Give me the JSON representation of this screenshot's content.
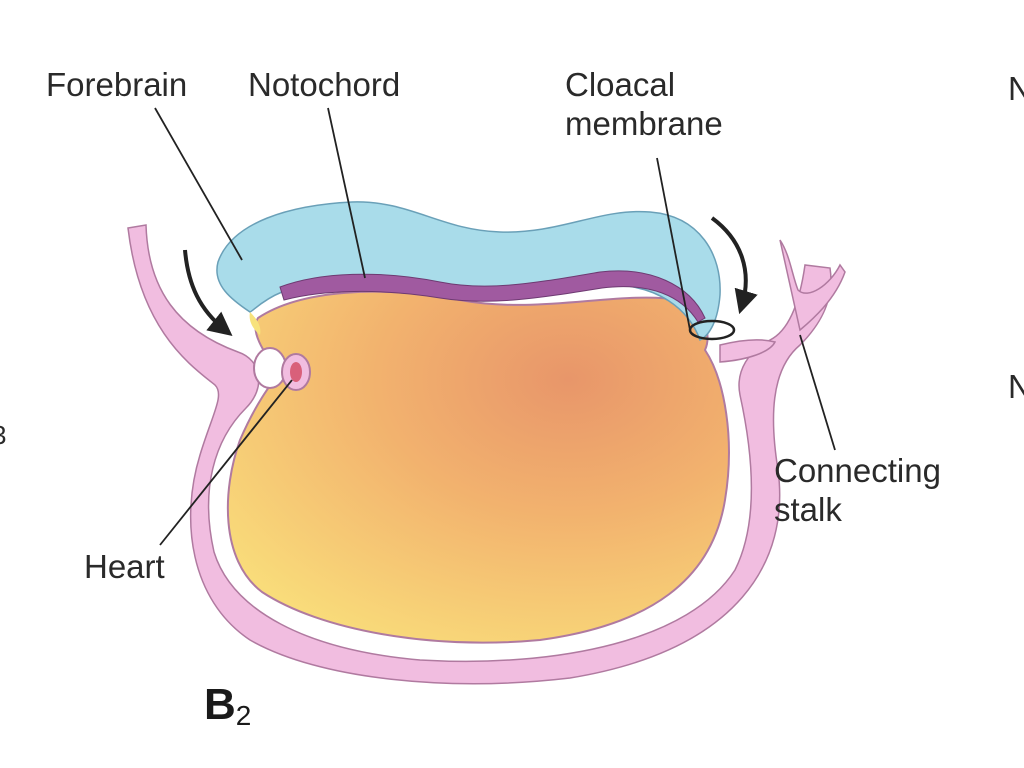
{
  "labels": {
    "forebrain": "Forebrain",
    "notochord": "Notochord",
    "cloacal_line1": "Cloacal",
    "cloacal_line2": "membrane",
    "connecting_line1": "Connecting",
    "connecting_line2": "stalk",
    "heart": "Heart"
  },
  "panel": {
    "letter": "B",
    "subscript": "2"
  },
  "edge_text": {
    "right_top": "N",
    "right_mid": "N",
    "left_mid": "3"
  },
  "colors": {
    "ectoderm_pink": "#f1bde0",
    "neural_blue": "#a9dcea",
    "notochord_purple": "#a05aa0",
    "yolk_orange": "#f3b070",
    "yolk_yellow": "#f8d978",
    "heart_red": "#d9607a",
    "line": "#222222"
  }
}
